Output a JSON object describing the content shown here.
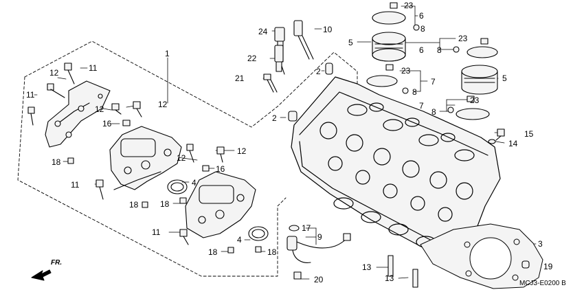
{
  "diagram": {
    "direction_label": "FR.",
    "part_code": "MCJ3-E0200 B",
    "colors": {
      "ink": "#000000",
      "paper": "#ffffff",
      "fill": "#f4f4f4"
    },
    "callouts": [
      {
        "id": "c23a",
        "label": "23"
      },
      {
        "id": "c6a",
        "label": "6"
      },
      {
        "id": "c8a",
        "label": "8"
      },
      {
        "id": "c10",
        "label": "10"
      },
      {
        "id": "c24",
        "label": "24"
      },
      {
        "id": "c5a",
        "label": "5"
      },
      {
        "id": "c23b",
        "label": "23"
      },
      {
        "id": "c6b",
        "label": "6"
      },
      {
        "id": "c8b",
        "label": "8"
      },
      {
        "id": "c22",
        "label": "22"
      },
      {
        "id": "c1",
        "label": "1"
      },
      {
        "id": "c11a",
        "label": "11"
      },
      {
        "id": "c12a",
        "label": "12"
      },
      {
        "id": "c2a",
        "label": "2"
      },
      {
        "id": "c23c",
        "label": "23"
      },
      {
        "id": "c5b",
        "label": "5"
      },
      {
        "id": "c21",
        "label": "21"
      },
      {
        "id": "c7a",
        "label": "7"
      },
      {
        "id": "c8c",
        "label": "8"
      },
      {
        "id": "c11b",
        "label": "11"
      },
      {
        "id": "c12b",
        "label": "12"
      },
      {
        "id": "c12c",
        "label": "12"
      },
      {
        "id": "c23d",
        "label": "23"
      },
      {
        "id": "c7b",
        "label": "7"
      },
      {
        "id": "c8d",
        "label": "8"
      },
      {
        "id": "c2b",
        "label": "2"
      },
      {
        "id": "c16a",
        "label": "16"
      },
      {
        "id": "c15",
        "label": "15"
      },
      {
        "id": "c14",
        "label": "14"
      },
      {
        "id": "c12d",
        "label": "12"
      },
      {
        "id": "c18a",
        "label": "18"
      },
      {
        "id": "c12e",
        "label": "12"
      },
      {
        "id": "c16b",
        "label": "16"
      },
      {
        "id": "c11c",
        "label": "11"
      },
      {
        "id": "c4a",
        "label": "4"
      },
      {
        "id": "c18b",
        "label": "18"
      },
      {
        "id": "c18c",
        "label": "18"
      },
      {
        "id": "c17",
        "label": "17"
      },
      {
        "id": "c9",
        "label": "9"
      },
      {
        "id": "c11d",
        "label": "11"
      },
      {
        "id": "c4b",
        "label": "4"
      },
      {
        "id": "c3",
        "label": "3"
      },
      {
        "id": "c18d",
        "label": "18"
      },
      {
        "id": "c18e",
        "label": "18"
      },
      {
        "id": "c13a",
        "label": "13"
      },
      {
        "id": "c19",
        "label": "19"
      },
      {
        "id": "c13b",
        "label": "13"
      },
      {
        "id": "c20",
        "label": "20"
      }
    ]
  }
}
